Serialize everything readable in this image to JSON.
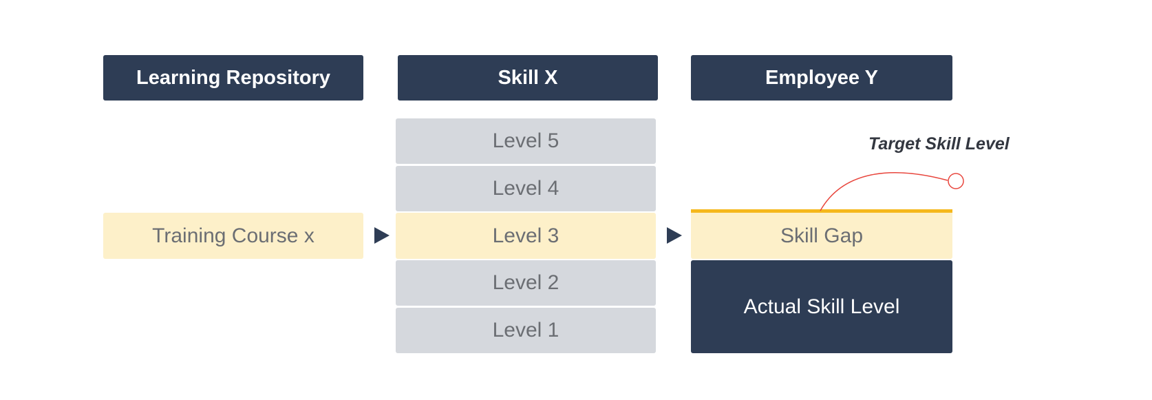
{
  "columns": {
    "repository": {
      "title": "Learning Repository",
      "course": "Training Course x"
    },
    "skill": {
      "title": "Skill X",
      "levels": [
        "Level 5",
        "Level 4",
        "Level 3",
        "Level 2",
        "Level 1"
      ]
    },
    "employee": {
      "title": "Employee Y",
      "gap_label": "Skill Gap",
      "actual_label": "Actual Skill Level",
      "target_label": "Target Skill Level"
    }
  },
  "colors": {
    "header": "#2e3d55",
    "level": "#d5d8dd",
    "highlight": "#fdf0c9",
    "target_line": "#f5b81c",
    "callout": "#e8453c"
  }
}
